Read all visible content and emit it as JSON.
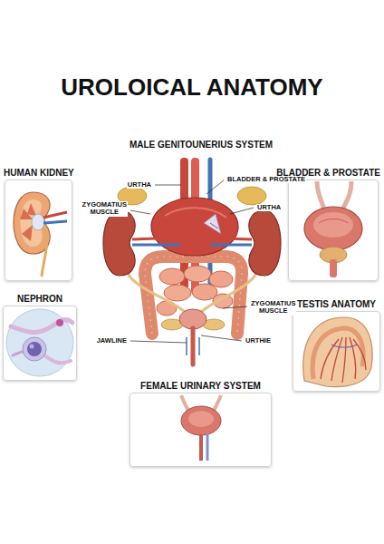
{
  "diagram": {
    "title": "UROLOICAL ANATOMY",
    "nodes": [
      {
        "text": [
          "HUMAN KIDNEY"
        ]
      },
      {
        "text": [
          "BLADDER & PROSTATE"
        ]
      },
      {
        "text": [
          "NEPHRON"
        ]
      },
      {
        "text": [
          "TESTIS ANATOMY"
        ]
      },
      {
        "text": [
          "FEMALE URINARY SYSTEM"
        ]
      }
    ],
    "labels": [
      "MALE GENITOUNERIUS SYSTEM",
      "URTHA",
      "BLADDER & PROSTATE",
      "ZYGOMATIUS MUSCLE",
      "URTHA",
      "ZYGOMATIUS MUSCLE",
      "JAWLINE",
      "URTHIE"
    ]
  }
}
